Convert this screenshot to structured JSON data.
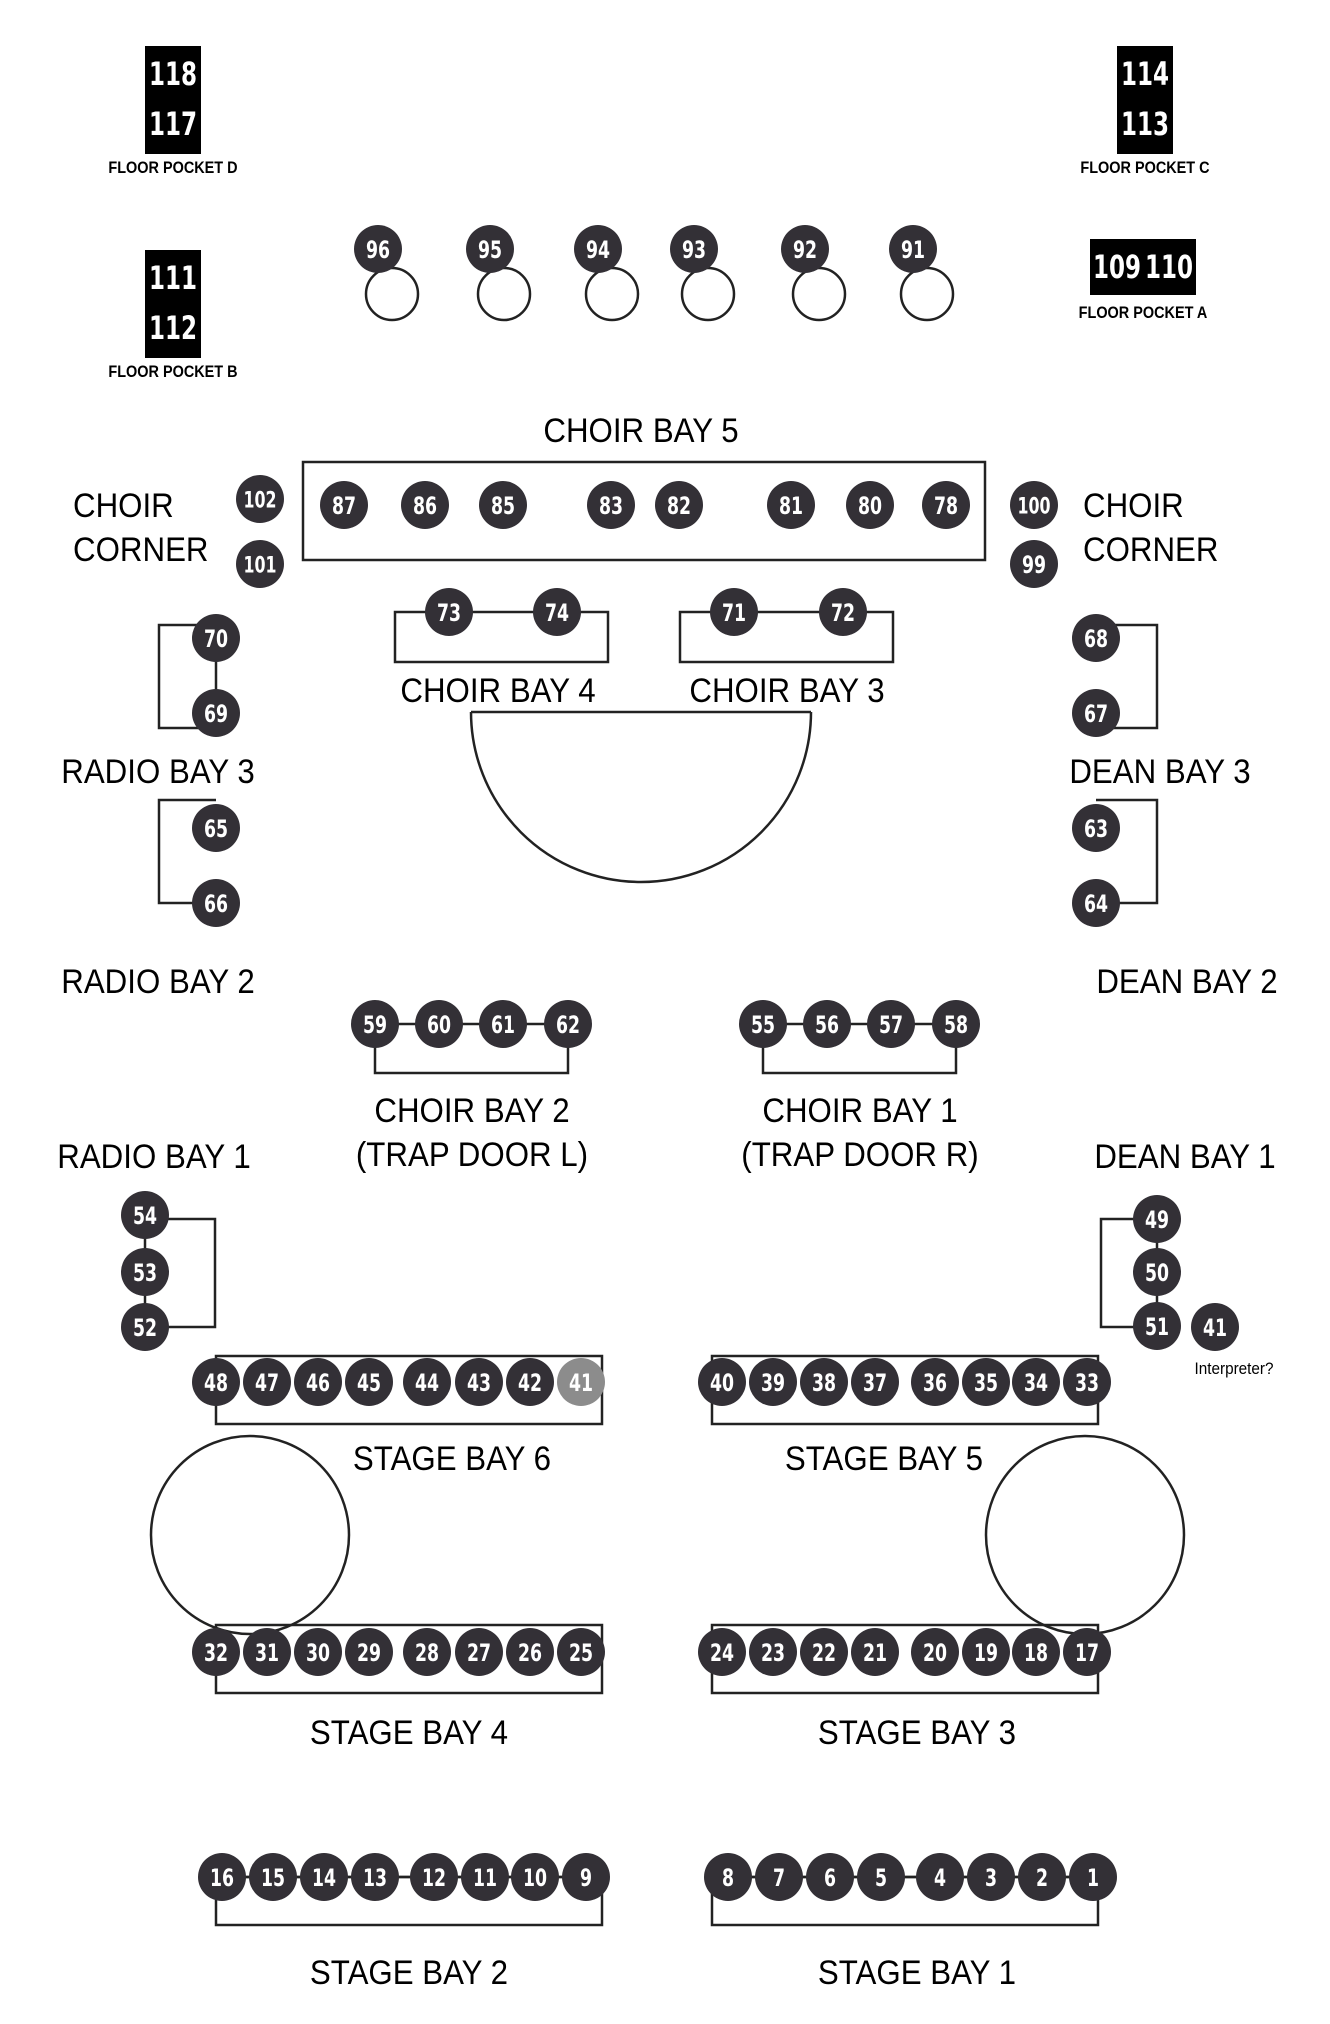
{
  "colors": {
    "circle": "#333036",
    "circle_muted": "#8c8c8c",
    "pocket": "#000000",
    "line": "#222222",
    "text": "#000000"
  },
  "floor_pockets": [
    {
      "id": "D",
      "label": "FLOOR POCKET D",
      "numbers": [
        "118",
        "117"
      ],
      "orientation": "vertical"
    },
    {
      "id": "C",
      "label": "FLOOR POCKET C",
      "numbers": [
        "114",
        "113"
      ],
      "orientation": "vertical"
    },
    {
      "id": "B",
      "label": "FLOOR POCKET B",
      "numbers": [
        "111",
        "112"
      ],
      "orientation": "vertical"
    },
    {
      "id": "A",
      "label": "FLOOR POCKET A",
      "numbers": [
        "109",
        "110"
      ],
      "orientation": "horizontal"
    }
  ],
  "top_row": [
    "96",
    "95",
    "94",
    "93",
    "92",
    "91"
  ],
  "groups": [
    {
      "key": "choir-bay-5",
      "label": [
        "CHOIR BAY 5"
      ],
      "circles": [
        "87",
        "86",
        "85",
        "83",
        "82",
        "81",
        "80",
        "78"
      ]
    },
    {
      "key": "choir-corner-left",
      "label": [
        "CHOIR",
        "CORNER"
      ],
      "circles": [
        "102",
        "101"
      ]
    },
    {
      "key": "choir-corner-right",
      "label": [
        "CHOIR",
        "CORNER"
      ],
      "circles": [
        "100",
        "99"
      ]
    },
    {
      "key": "choir-bay-4",
      "label": [
        "CHOIR BAY 4"
      ],
      "circles": [
        "73",
        "74"
      ]
    },
    {
      "key": "choir-bay-3",
      "label": [
        "CHOIR BAY 3"
      ],
      "circles": [
        "71",
        "72"
      ]
    },
    {
      "key": "radio-bay-3",
      "label": [
        "RADIO BAY 3"
      ],
      "circles": [
        "70",
        "69"
      ]
    },
    {
      "key": "dean-bay-3",
      "label": [
        "DEAN BAY 3"
      ],
      "circles": [
        "68",
        "67"
      ]
    },
    {
      "key": "radio-bay-2",
      "label": [
        "RADIO BAY 2"
      ],
      "circles": [
        "65",
        "66"
      ]
    },
    {
      "key": "dean-bay-2",
      "label": [
        "DEAN BAY 2"
      ],
      "circles": [
        "63",
        "64"
      ]
    },
    {
      "key": "choir-bay-2",
      "label": [
        "CHOIR BAY 2",
        "(TRAP DOOR L)"
      ],
      "circles": [
        "59",
        "60",
        "61",
        "62"
      ]
    },
    {
      "key": "choir-bay-1",
      "label": [
        "CHOIR BAY 1",
        "(TRAP DOOR R)"
      ],
      "circles": [
        "55",
        "56",
        "57",
        "58"
      ]
    },
    {
      "key": "radio-bay-1",
      "label": [
        "RADIO BAY 1"
      ],
      "circles": [
        "54",
        "53",
        "52"
      ]
    },
    {
      "key": "dean-bay-1",
      "label": [
        "DEAN BAY 1"
      ],
      "circles": [
        "49",
        "50",
        "51"
      ]
    },
    {
      "key": "stage-bay-6",
      "label": [
        "STAGE BAY 6"
      ],
      "circles": [
        "48",
        "47",
        "46",
        "45",
        "44",
        "43",
        "42",
        "41"
      ],
      "muted": [
        "41"
      ]
    },
    {
      "key": "stage-bay-5",
      "label": [
        "STAGE BAY 5"
      ],
      "circles": [
        "40",
        "39",
        "38",
        "37",
        "36",
        "35",
        "34",
        "33"
      ]
    },
    {
      "key": "stage-bay-4",
      "label": [
        "STAGE BAY 4"
      ],
      "circles": [
        "32",
        "31",
        "30",
        "29",
        "28",
        "27",
        "26",
        "25"
      ]
    },
    {
      "key": "stage-bay-3",
      "label": [
        "STAGE BAY 3"
      ],
      "circles": [
        "24",
        "23",
        "22",
        "21",
        "20",
        "19",
        "18",
        "17"
      ]
    },
    {
      "key": "stage-bay-2",
      "label": [
        "STAGE BAY 2"
      ],
      "circles": [
        "16",
        "15",
        "14",
        "13",
        "12",
        "11",
        "10",
        "9"
      ]
    },
    {
      "key": "stage-bay-1",
      "label": [
        "STAGE BAY 1"
      ],
      "circles": [
        "8",
        "7",
        "6",
        "5",
        "4",
        "3",
        "2",
        "1"
      ]
    }
  ],
  "interpreter": {
    "number": "41",
    "note": "Interpreter?"
  }
}
